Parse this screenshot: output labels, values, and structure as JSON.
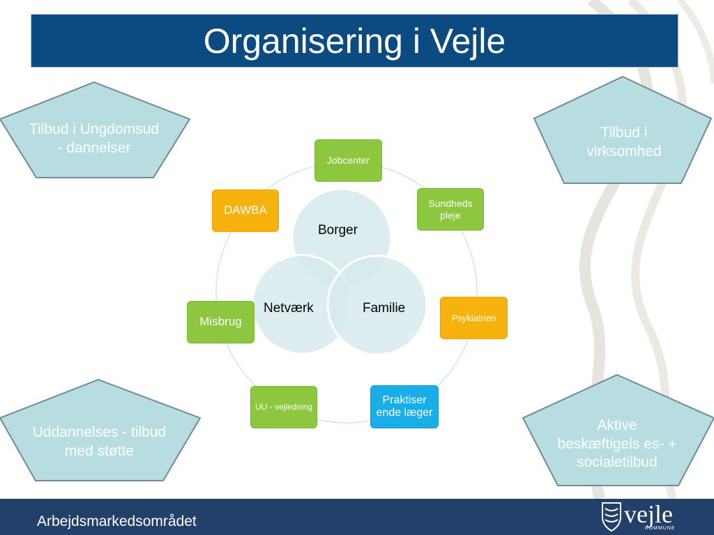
{
  "title": "Organisering i Vejle",
  "footer": "Arbejdsmarkedsområdet",
  "logo": {
    "word": "vejle",
    "sub": "KOMMUNE"
  },
  "center": {
    "top": "Borger",
    "left": "Netværk",
    "right": "Familie"
  },
  "nodes": {
    "jobcenter": "Jobcenter",
    "sundhedspleje": "Sundheds pleje",
    "psykiatrien": "Psykiatrien",
    "praktiserende": "Praktiser ende læger",
    "uu": "UU - vejledning",
    "misbrug": "Misbrug",
    "dawba": "DAWBA"
  },
  "corners": {
    "top_left": "Tilbud i Ungdomsud - dannelser",
    "top_right": "Tilbud i virksomhed",
    "bottom_left": "Uddannelses - tilbud med støtte",
    "bottom_right": "Aktive beskæftigels es- + socialetilbud"
  },
  "colors": {
    "title_bg": "#0c4a82",
    "footer_bg": "#23406a",
    "pentagon": "#b7dde0",
    "green": "#8dc63f",
    "orange": "#f7b20d",
    "blue": "#1aaee8",
    "venn": "#d6eaec"
  }
}
